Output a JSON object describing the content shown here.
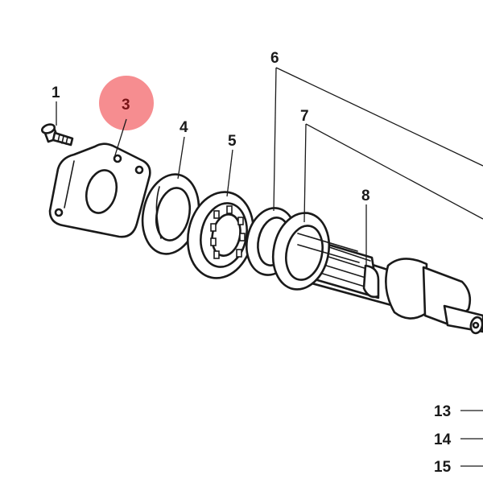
{
  "callouts": {
    "c1": "1",
    "c3": "3",
    "c4": "4",
    "c5": "5",
    "c6": "6",
    "c7": "7",
    "c8": "8",
    "c13": "13",
    "c14": "14",
    "c15": "15"
  },
  "highlight": {
    "target": "3",
    "fill_color": "#f4797c",
    "text_color": "#7a1418"
  }
}
